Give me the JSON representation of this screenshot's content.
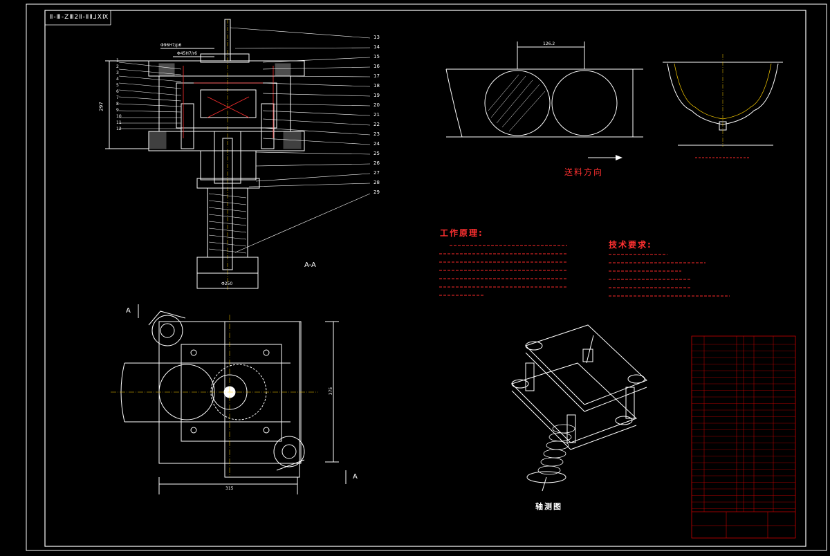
{
  "drawing": {
    "code_tag": "Ⅱ-Ⅲ-ZⅢ2Ⅱ-ⅡⅡ⅃ⅩⅨ",
    "section_label": "A-A",
    "section_mark": "A",
    "axonometric_label": "轴测图",
    "direction_label": "送料方向",
    "work_process_title": "工作原理:",
    "tech_req_title": "技术要求:"
  },
  "dimensions": {
    "dim_top_1": "Φ96H7/p6",
    "dim_top_2": "Φ45H7/r6",
    "dim_height": "297",
    "dim_bottom": "Φ250",
    "dim_plan_width": "315",
    "dim_plan_height": "375",
    "dim_strip": "126.2"
  },
  "callouts_right": [
    "13",
    "14",
    "15",
    "16",
    "17",
    "18",
    "19",
    "20",
    "21",
    "22",
    "23",
    "24",
    "25",
    "26",
    "27",
    "28",
    "29"
  ],
  "callouts_left": [
    "1",
    "2",
    "3",
    "4",
    "5",
    "6",
    "7",
    "8",
    "9",
    "10",
    "11",
    "12"
  ],
  "icons": {
    "arrow": "arrow-right-icon"
  }
}
